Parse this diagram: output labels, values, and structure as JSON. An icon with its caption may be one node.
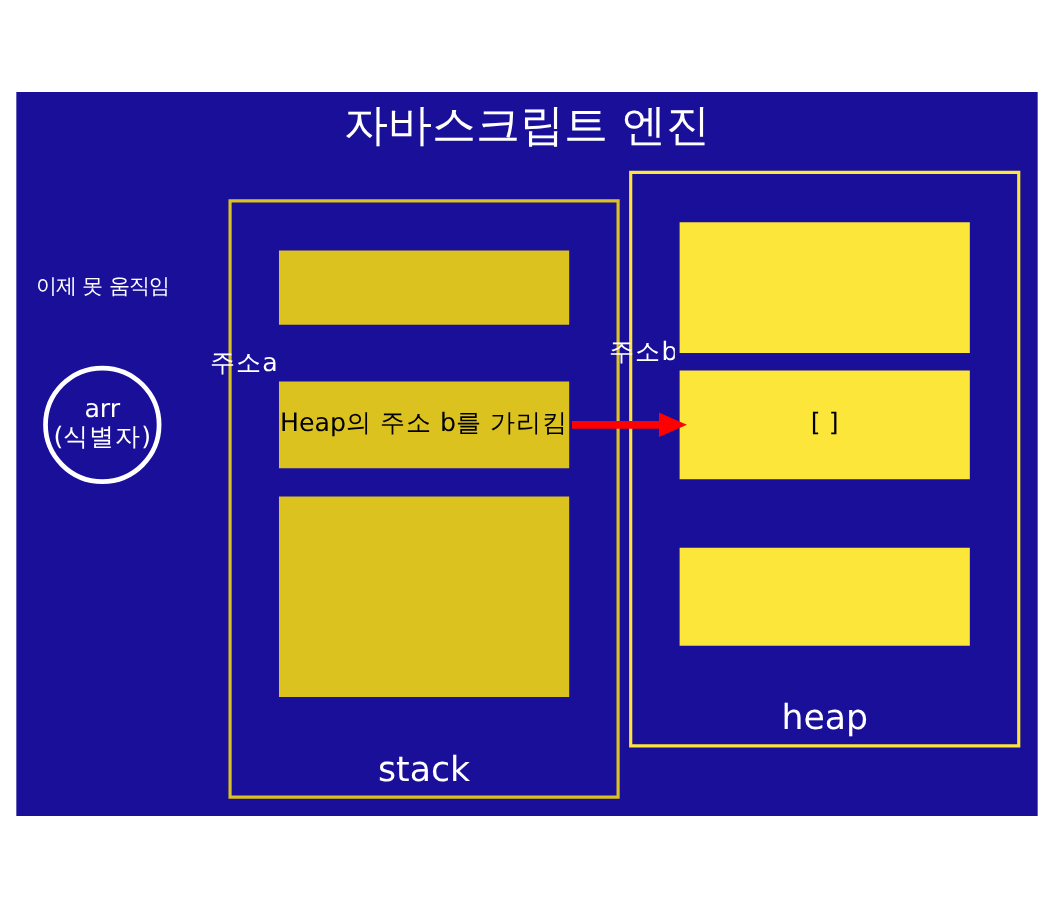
{
  "diagram": {
    "title": "자바스크립트 엔진",
    "nodes": [
      {
        "text": [
          "stack"
        ]
      },
      {
        "text": [],
        "shape": "box",
        "in": 0
      },
      {
        "text": [
          "Heap의 주소 b를 가리킴"
        ],
        "in": 0,
        "beside": [
          "주소a"
        ]
      },
      {
        "text": [],
        "shape": "box",
        "in": 0
      },
      {
        "text": [
          "heap"
        ]
      },
      {
        "text": [],
        "shape": "box",
        "in": 4
      },
      {
        "text": [
          "[ ]"
        ],
        "in": 4,
        "beside": [
          "주소b"
        ]
      },
      {
        "text": [],
        "shape": "box",
        "in": 4
      },
      {
        "text": [
          "arr",
          "(식별자)"
        ]
      }
    ],
    "edges": [
      {
        "from": 2,
        "to": 6,
        "arrow": "to",
        "color": "#ff0000"
      }
    ],
    "labels": [
      "이제 못 움직임"
    ]
  }
}
